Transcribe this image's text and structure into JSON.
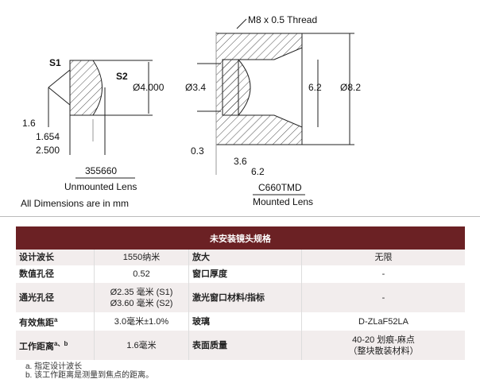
{
  "unmounted": {
    "s1": "S1",
    "s2": "S2",
    "dia": "Ø4.000",
    "d1": "1.6",
    "d2": "1.654",
    "d3": "2.500",
    "part": "355660",
    "name": "Unmounted Lens"
  },
  "units_note": "All Dimensions are in mm",
  "mounted": {
    "thread": "M8 x 0.5 Thread",
    "dia_in": "Ø3.4",
    "inner": "6.2",
    "dia_out": "Ø8.2",
    "d1": "0.3",
    "d2": "3.6",
    "d3": "6.2",
    "part": "C660TMD",
    "name": "Mounted Lens"
  },
  "table": {
    "title": "未安装镜头规格",
    "rows": [
      {
        "l1": "设计波长",
        "v1": "1550纳米",
        "l2": "放大",
        "v2": "无限"
      },
      {
        "l1": "数值孔径",
        "v1": "0.52",
        "l2": "窗口厚度",
        "v2": "-"
      },
      {
        "l1": "通光孔径",
        "v1": "Ø2.35 毫米 (S1)",
        "v1b": "Ø3.60 毫米 (S2)",
        "l2": "激光窗口材料/指标",
        "v2": "-"
      },
      {
        "l1": "有效焦距",
        "s1": "a",
        "v1": "3.0毫米±1.0%",
        "l2": "玻璃",
        "v2": "D-ZLaF52LA"
      },
      {
        "l1": "工作距离",
        "s1": "a、b",
        "v1": "1.6毫米",
        "l2": "表面质量",
        "v2": "40-20 划痕-麻点",
        "v2b": "（整块散装材料）"
      }
    ],
    "notes": [
      "a. 指定设计波长",
      "b. 该工作距离是测量到焦点的距离。"
    ]
  }
}
